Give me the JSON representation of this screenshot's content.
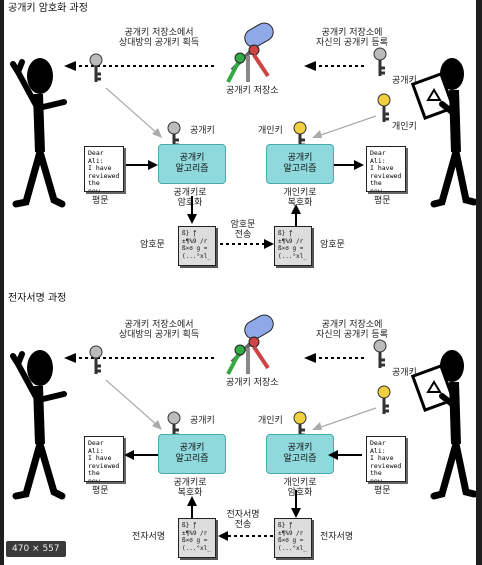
{
  "badge": "470 × 557",
  "sections": [
    {
      "heading": "공개키 암호화 과정",
      "top_left": [
        "공개키 저장소에서",
        "상대방의 공개키 획득"
      ],
      "top_right": [
        "공개키 저장소에",
        "자신의 공개키 등록"
      ],
      "store": "공개키 저장소",
      "left_key": "공개키",
      "right_key_top": "공개키",
      "right_key_mid": "개인키",
      "left_algo": [
        "공개키",
        "알고리즘"
      ],
      "right_algo": [
        "공개키",
        "알고리즘"
      ],
      "mid_right_label": "개인키",
      "left_doc_caption": "평문",
      "right_doc_caption": "평문",
      "left_op": [
        "공개키로",
        "암호화"
      ],
      "right_op": [
        "개인키로",
        "복호화"
      ],
      "bottom_left": "암호문",
      "transfer": [
        "암호문",
        "전송"
      ],
      "bottom_right": "암호문"
    },
    {
      "heading": "전자서명 과정",
      "top_left": [
        "공개키 저장소에서",
        "상대방의 공개키 획득"
      ],
      "top_right": [
        "공개키 저장소에",
        "자신의 공개키 등록"
      ],
      "store": "공개키 저장소",
      "left_key": "공개키",
      "right_key_top": "공개키",
      "right_key_mid": "",
      "left_algo": [
        "공개키",
        "알고리즘"
      ],
      "right_algo": [
        "공개키",
        "알고리즘"
      ],
      "mid_right_label": "개인키",
      "left_doc_caption": "평문",
      "right_doc_caption": "평문",
      "left_op": [
        "공개키로",
        "복호화"
      ],
      "right_op": [
        "개인키로",
        "암호화"
      ],
      "bottom_left": "전자서명",
      "transfer": [
        "전자서명",
        "전송"
      ],
      "bottom_right": "전자서명"
    }
  ],
  "doc_text": [
    "Dear Ali:",
    "I have",
    "reviewed",
    "the new..."
  ],
  "cipher_text": [
    "ß} ƒ",
    "±¶%9 /r",
    "ß×σ g ≈",
    "(...°xl_"
  ]
}
